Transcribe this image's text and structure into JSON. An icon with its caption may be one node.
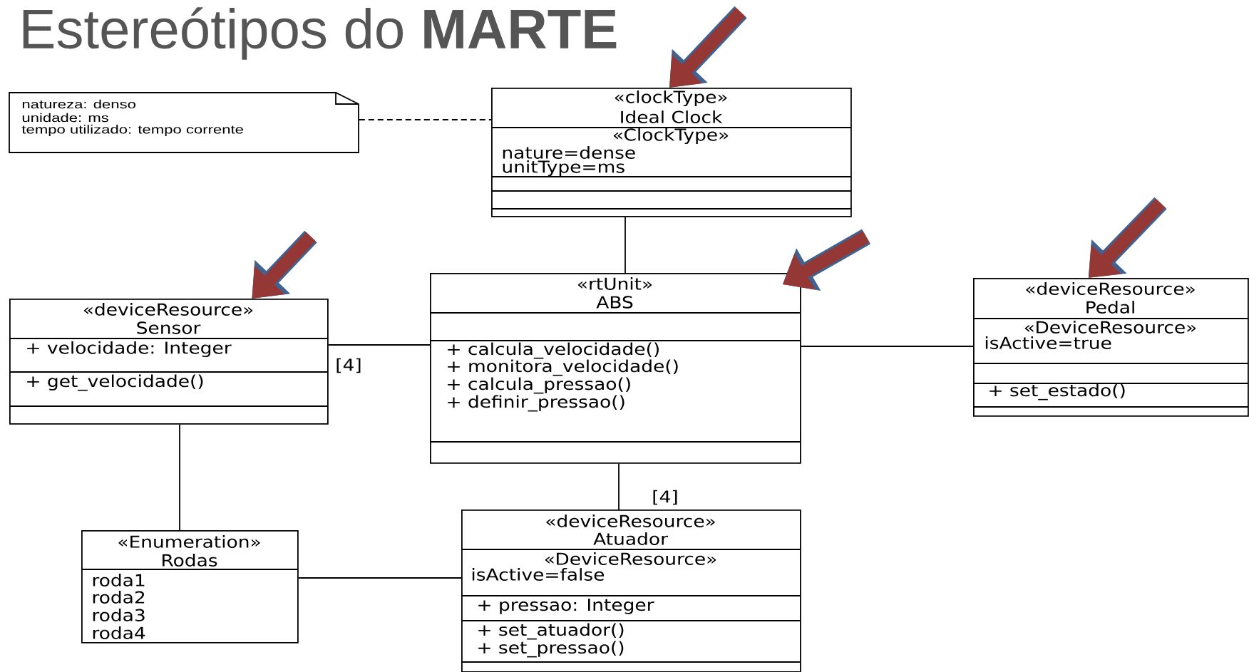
{
  "diagram": {
    "title": "Estereótipos do **MARTE**",
    "nodes": [
      {
        "text": [
          "natureza: denso",
          "unidade: ms",
          "tempo utilizado: tempo corrente"
        ]
      },
      {
        "text": [
          "«clockType»",
          "Ideal Clock",
          "«ClockType»",
          "nature=dense",
          "unitType=ms"
        ]
      },
      {
        "text": [
          "«deviceResource»",
          "Sensor",
          "+ velocidade: Integer",
          "+ get_velocidade()"
        ]
      },
      {
        "text": [
          "«rtUnit»",
          "ABS",
          "+ calcula_velocidade()",
          "+ monitora_velocidade()",
          "+ calcula_pressao()",
          "+ definir_pressao()"
        ]
      },
      {
        "text": [
          "«deviceResource»",
          "Pedal",
          "«DeviceResource»",
          "isActive=true",
          "+ set_estado()"
        ]
      },
      {
        "text": [
          "«Enumeration»",
          "Rodas",
          "roda1",
          "roda2",
          "roda3",
          "roda4"
        ]
      },
      {
        "text": [
          "«deviceResource»",
          "Atuador",
          "«DeviceResource»",
          "isActive=false",
          "+ pressao: Integer",
          "+ set_atuador()",
          "+ set_pressao()"
        ]
      }
    ],
    "edges": [
      {
        "from": 0,
        "to": 1,
        "arrow": "none",
        "style": "dashed"
      },
      {
        "from": 1,
        "to": 3,
        "arrow": "none"
      },
      {
        "from": 2,
        "to": 3,
        "arrow": "none",
        "label": "[4]"
      },
      {
        "from": 3,
        "to": 4,
        "arrow": "none"
      },
      {
        "from": 2,
        "to": 5,
        "arrow": "none"
      },
      {
        "from": 3,
        "to": 6,
        "arrow": "none",
        "label": "[4]"
      },
      {
        "from": 5,
        "to": 6,
        "arrow": "none"
      },
      {
        "from": null,
        "to": 1,
        "arrow": "to",
        "style": "thick",
        "color": "#953735"
      },
      {
        "from": null,
        "to": 3,
        "arrow": "to",
        "style": "thick",
        "color": "#953735"
      },
      {
        "from": null,
        "to": 2,
        "arrow": "to",
        "style": "thick",
        "color": "#953735"
      },
      {
        "from": null,
        "to": 4,
        "arrow": "to",
        "style": "thick",
        "color": "#953735"
      }
    ]
  }
}
